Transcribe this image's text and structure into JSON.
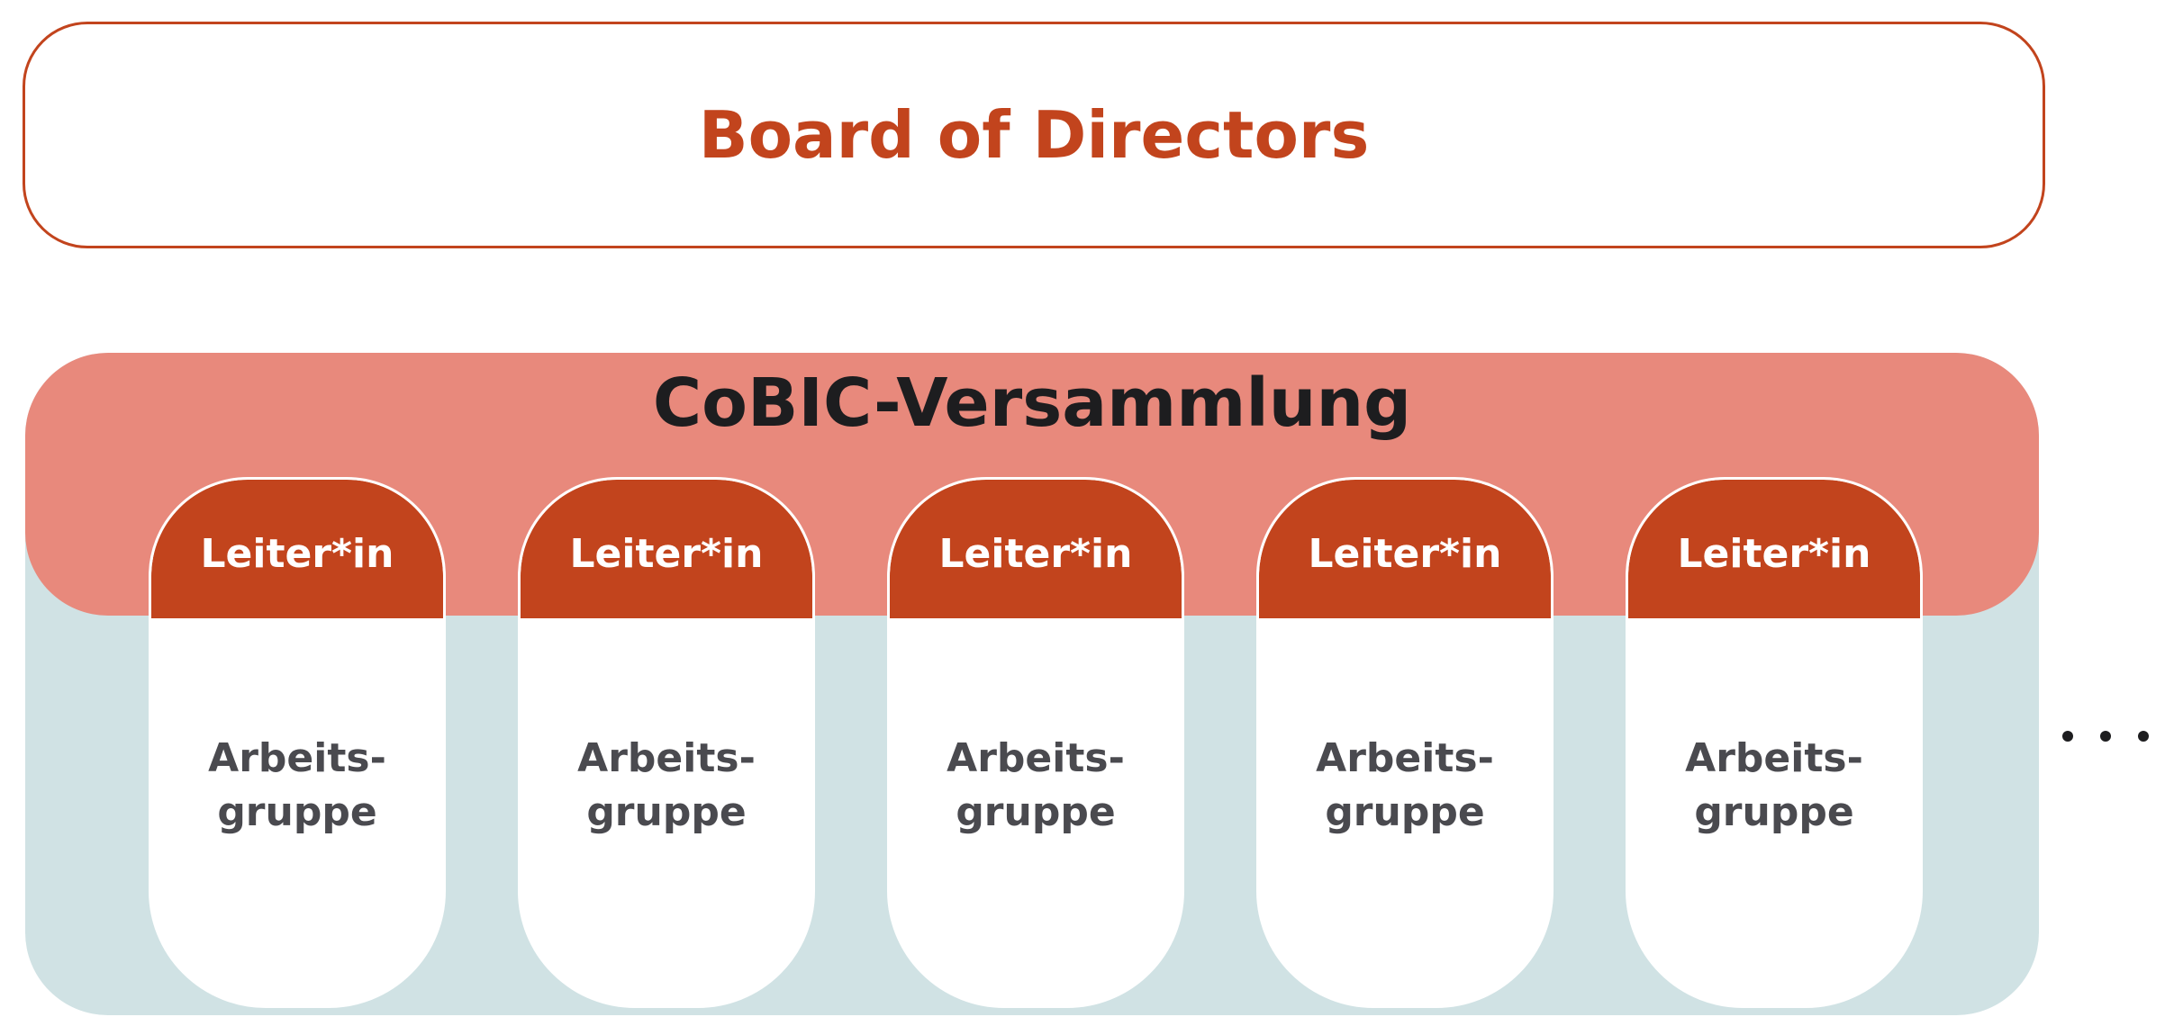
{
  "board": {
    "title": "Board of Directors"
  },
  "assembly": {
    "title": "CoBIC-Versammlung"
  },
  "groups": [
    {
      "lead": "Leiter*in",
      "line1": "Arbeits-",
      "line2": "gruppe"
    },
    {
      "lead": "Leiter*in",
      "line1": "Arbeits-",
      "line2": "gruppe"
    },
    {
      "lead": "Leiter*in",
      "line1": "Arbeits-",
      "line2": "gruppe"
    },
    {
      "lead": "Leiter*in",
      "line1": "Arbeits-",
      "line2": "gruppe"
    },
    {
      "lead": "Leiter*in",
      "line1": "Arbeits-",
      "line2": "gruppe"
    }
  ],
  "colors": {
    "accent": "#c2441d",
    "assembly_band": "#e8897c",
    "base_panel": "#d0e2e4",
    "text_dark": "#1d1d1f",
    "text_gray": "#4a4a4f"
  },
  "continuation": "ellipsis-dots"
}
